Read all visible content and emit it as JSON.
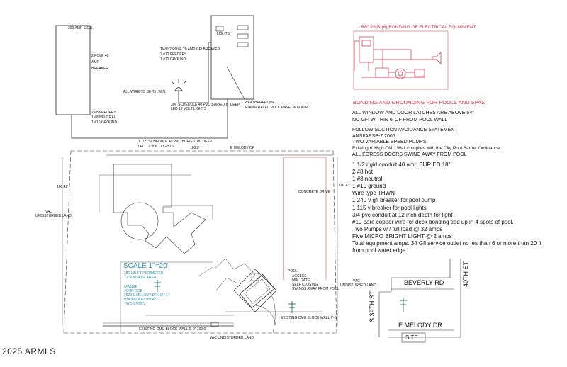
{
  "electrical_diagram": {
    "ses_label": "200 AMP S.E.S.",
    "breaker_lines": [
      "2 POLE 40",
      "AMP",
      "BREAKER"
    ],
    "lights_label": "LIGHTS",
    "gfi_lines": [
      "TWO 2 POLE 20 AMP GFI BREAKER",
      "2 #12 FEEDERS",
      "1 #12 GROUND"
    ],
    "all_wire_note": "ALL WIRE TO BE T.H.W.N.",
    "schedule_lines": [
      "3/4\" SCHEDULE 40 PVC BURIED 6\" DEEP",
      "LED 12 VOLT LIGHTS"
    ],
    "weatherproof_lines": [
      "WEATHERPROOF",
      "40 AMP RATED POOL PANEL & EQUIP."
    ],
    "feeder_lines": [
      "2 #8 FEEDERS",
      "1 #8 NEUTRAL",
      "1 #10 GROUND"
    ],
    "bottom_conduit_lines": [
      "1 1/2\" SCHEDULE 40 PVC BURIED 18\" DEEP",
      "LED 12 VOLT LIGHTS"
    ]
  },
  "bonding_diagram": {
    "title": "680.26(B)(6) BONDING OF ELECTRICAL EQUIPMENT",
    "section_title": "BONDING AND GROUNDING FOR POOLS AND SPAS"
  },
  "notes": [
    "ALL WINDOW AND DOOR LATCHES ARE ABOVE 54\"",
    "NO GFI WITHIN 6' OF FROM POOL WALL",
    "FOLLOW SUCTION AVOIDANCE STATEMENT",
    "ANSI/APSP-7 2006",
    "TWO VARIABLE SPEED PUMPS",
    "Existing 6' High CMU Wall complies with the City Pool Barrier Ordinance.",
    "ALL EGRESS DOORS SWING AWAY FROM POOL"
  ],
  "specs": [
    "1 1/2 rigid conduit  40 amp BURIED 18\"",
    "2 #8 hot",
    "1 #8 neutral",
    "1 #10 ground",
    "Wire type THWN",
    "1 240 v gfi breaker for pool pump",
    "1 115 v breaker for pool lights",
    "3/4 pvc conduit  at 12 inch depth for light",
    "#10 bare copper wire for deck bonding tied up in 4 spots of pool.",
    "Two Pumps w / full load @ 32 amps",
    "Five MICRO BRIGHT LIGHT  @ 2 amps",
    "Total equipment  amps. 34 Gfi service  outlet  no les than 6 or more than 20 ft",
    "from pool water edge."
  ],
  "site_plan": {
    "street_top": "E MELODY DR",
    "dim_top": "100.0'",
    "dim_right": "100.43'",
    "dim_left": "100.42'",
    "vac_left": [
      "VAC",
      "UNDISTURBED LAND"
    ],
    "vac_right": [
      "VAC",
      "UNDISTURBED LAND"
    ],
    "vac_bottom": "VAC    UNDISTURBED LAND",
    "concrete_drive": "CONCRETE DRIVE",
    "scale": "SCALE  1\"=20'",
    "perimeter_lines": [
      "280 LIN FT PERIMETER",
      "72 SURFACE AREA"
    ],
    "owner_lines": [
      "OWNER",
      "JOHN DOE",
      "3900 E MELODY DR  LOT 17",
      "PHOENIX AZ 85042",
      "TWO STORY"
    ],
    "gate_lines": [
      "ACCESS",
      "MIN. GATE",
      "SELF CLOSING",
      "SWINGS AWAY FROM POOL"
    ],
    "wall_note": "EXISTING CMU BLOCK WALL  6'-0\"",
    "wall_note_bottom": "EXISTING CMU BLOCK WALL  6'-0\"    100.0'",
    "pool_label": "POOL"
  },
  "vicinity_map": {
    "road_top": "BEVERLY RD",
    "street_right": "40TH ST",
    "street_left": "S 39TH ST",
    "road_bottom": "E MELODY DR",
    "site": "SITE"
  },
  "copyright": "2025 ARMLS"
}
